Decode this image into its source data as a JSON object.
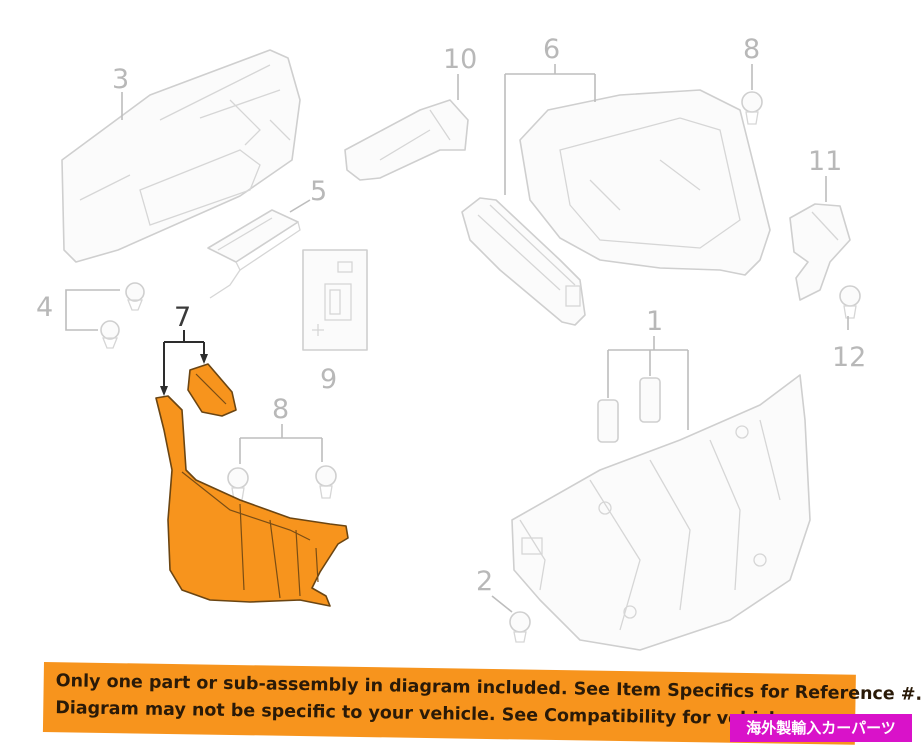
{
  "callouts": {
    "c1": "1",
    "c2": "2",
    "c3": "3",
    "c4": "4",
    "c5": "5",
    "c6": "6",
    "c7": "7",
    "c8a": "8",
    "c8b": "8",
    "c9": "9",
    "c10": "10",
    "c11": "11",
    "c12": "12"
  },
  "banner": {
    "line1": "Only one part or sub-assembly in diagram included. See Item Specifics for Reference #.",
    "line2": "Diagram may not be specific to your vehicle. See Compatibility for vehicle-spec"
  },
  "badge": {
    "text": "海外製輸入カーパーツ"
  },
  "colors": {
    "highlight": "#f7941d",
    "badge": "#d912c9",
    "line_art": "#cfcfcf"
  }
}
